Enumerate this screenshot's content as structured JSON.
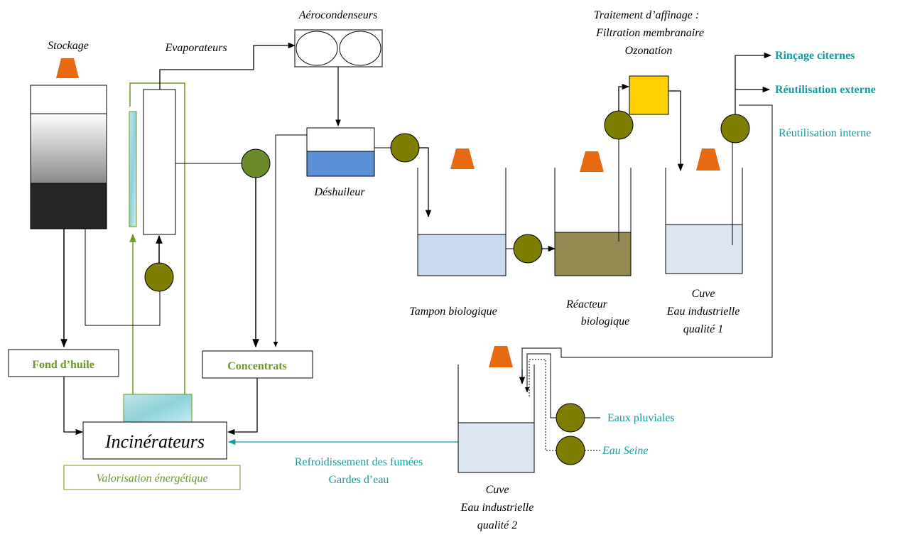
{
  "labels": {
    "stockage": "Stockage",
    "evaporateurs": "Evaporateurs",
    "aerocondenseurs": "Aérocondenseurs",
    "deshuileur": "Déshuileur",
    "traitement_line1": "Traitement d’affinage :",
    "traitement_line2": "Filtration membranaire",
    "traitement_line3": "Ozonation",
    "rincage": "Rinçage citernes",
    "reutilisation_externe": "Réutilisation externe",
    "reutilisation_interne": "Réutilisation interne",
    "tampon": "Tampon biologique",
    "reacteur_line1": "Réacteur",
    "reacteur_line2": "biologique",
    "cuve1_line1": "Cuve",
    "cuve1_line2": "Eau industrielle",
    "cuve1_line3": "qualité 1",
    "fond_huile": "Fond d’huile",
    "concentrats": "Concentrats",
    "incinerateurs": "Incinérateurs",
    "valorisation": "Valorisation énergétique",
    "refroidissement_line1": "Refroidissement des fumées",
    "refroidissement_line2": "Gardes d’eau",
    "eaux_pluviales": "Eaux pluviales",
    "eau_seine": "Eau Seine",
    "cuve2_line1": "Cuve",
    "cuve2_line2": "Eau industrielle",
    "cuve2_line3": "qualité 2"
  },
  "colors": {
    "line": "#000000",
    "green_text": "#6a9a1f",
    "teal_text": "#1a9a9a",
    "pump": "#7d7d00",
    "cover": "#e86a10",
    "ozonation": "#ffd000",
    "water_light": "#c9daf0",
    "water_blue": "#5b8fd6",
    "reactor": "#948a54",
    "storage_dark": "#262626"
  }
}
